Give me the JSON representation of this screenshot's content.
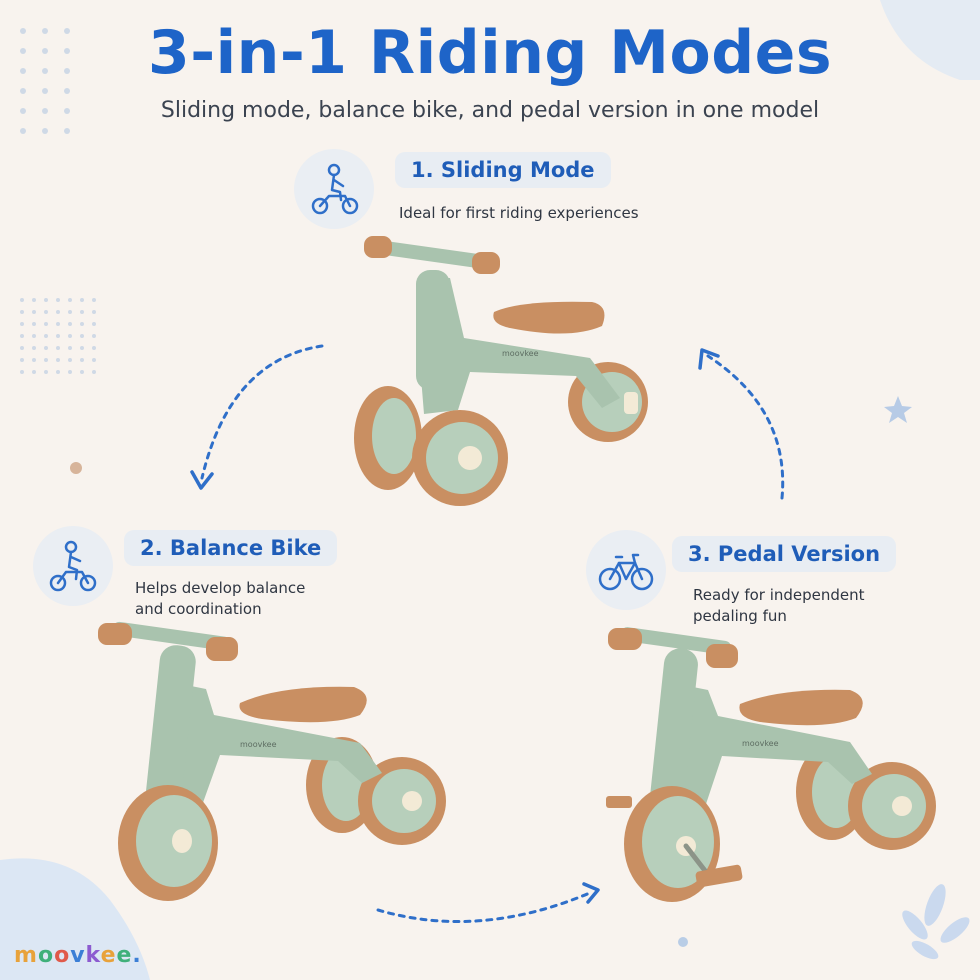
{
  "header": {
    "title": "3-in-1 Riding Modes",
    "subtitle": "Sliding mode, balance bike, and pedal version in one model"
  },
  "modes": [
    {
      "label": "1. Sliding Mode",
      "description": "Ideal for first riding experiences",
      "icon": "child-riding-icon"
    },
    {
      "label": "2. Balance Bike",
      "description_line1": "Helps develop balance",
      "description_line2": "and coordination",
      "icon": "child-balance-bike-icon"
    },
    {
      "label": "3. Pedal Version",
      "description_line1": "Ready for independent",
      "description_line2": "pedaling fun",
      "icon": "bicycle-icon"
    }
  ],
  "product": {
    "frame_brand": "moovkee"
  },
  "brand": {
    "logo_letters": [
      "m",
      "o",
      "o",
      "v",
      "k",
      "e",
      "e",
      "."
    ],
    "logo_colors": [
      "#e8a23a",
      "#3fb07a",
      "#e05a4a",
      "#3b7fd6",
      "#8c5bd0",
      "#e8a23a",
      "#3fb07a",
      "#3b7fd6"
    ]
  },
  "colors": {
    "background": "#f8f3ee",
    "title": "#1e64c8",
    "label_text": "#1f5db8",
    "frame_green": "#a9c3ae",
    "tire_brown": "#c98f62",
    "arrow_blue": "#2f6fc9"
  }
}
